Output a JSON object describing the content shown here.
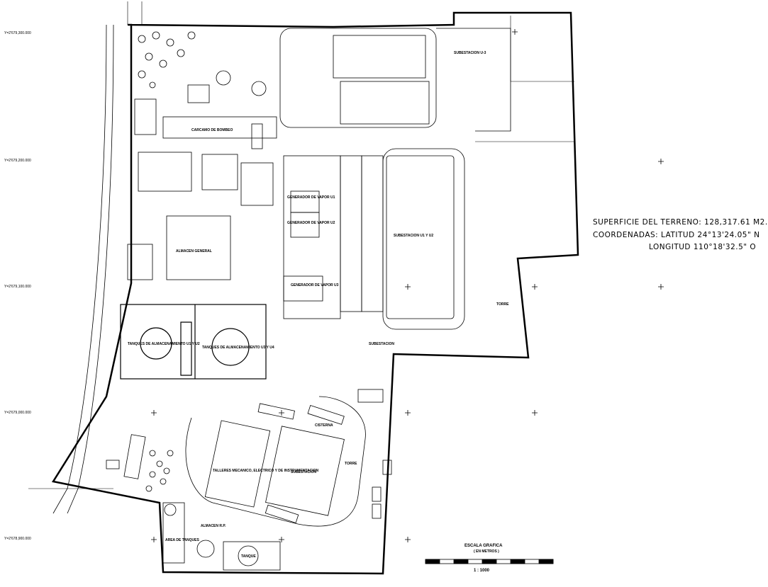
{
  "info": {
    "superficie": "SUPERFICIE DEL TERRENO: 128,317.61 M2.",
    "coordenadas": "COORDENADAS: LATITUD 24°13'24.05\" N",
    "longitud": "LONGITUD 110°18'32.5\" O"
  },
  "coords": {
    "y1": "Y=2'679,300.000",
    "y2": "Y=2'679,200.000",
    "y3": "Y=2'679,100.000",
    "y4": "Y=2'679,000.000",
    "y5": "Y=2'678,900.000"
  },
  "labels": {
    "subestacion_u3": "SUBESTACION U-3",
    "carcamo": "CARCAMO DE BOMBEO",
    "gen_vapor_u1": "GENERADOR DE VAPOR U1",
    "gen_vapor_u2": "GENERADOR DE VAPOR U2",
    "gen_vapor_u3": "GENERADOR DE VAPOR U3",
    "subestacion_u1u2": "SUBESTACION U1 Y U2",
    "almacen_general": "ALMACEN GENERAL",
    "tanques_1": "TANQUES DE ALMACENAMIENTO U1 Y U2",
    "tanques_2": "TANQUES DE ALMACENAMIENTO U3 Y U4",
    "subestacion_mid": "SUBESTACION",
    "subestacion_low": "SUBESTACION",
    "cisterna": "CISTERNA",
    "torre_1": "TORRE",
    "torre_2": "TORRE",
    "almacen_rp": "ALMACEN R.P.",
    "talleres": "TALLERES MECANICO, ELECTRICO Y DE INSTRUMENTACION",
    "area_tanques": "AREA DE TANQUES",
    "tanque": "TANQUE",
    "escala": "ESCALA GRAFICA",
    "escala_sub": "( EN METROS )",
    "escala_ratio": "1 : 1000"
  }
}
